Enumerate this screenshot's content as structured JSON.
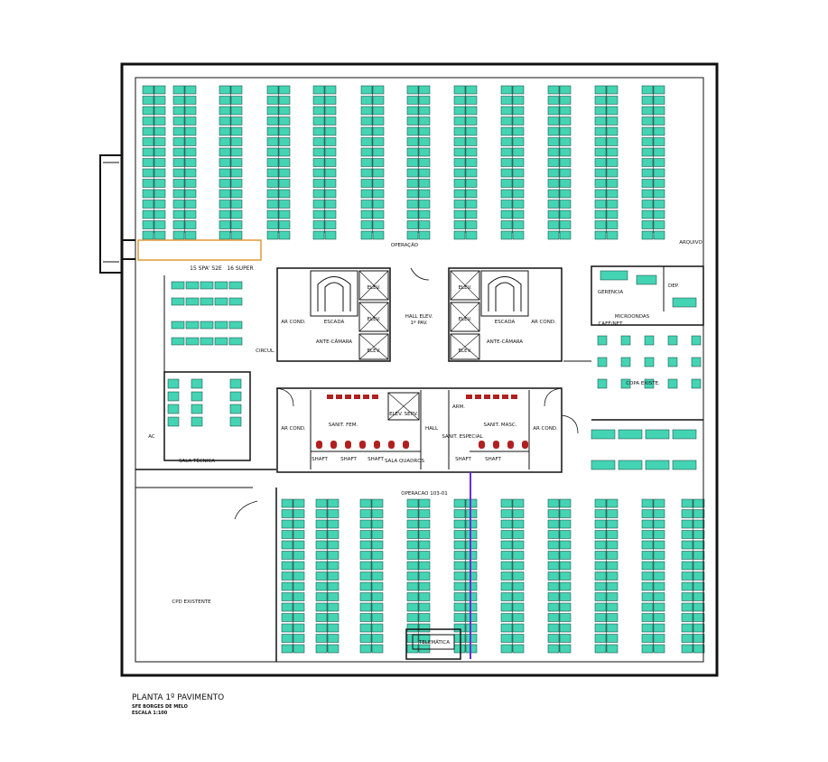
{
  "title": {
    "main": "PLANTA 1º PAVIMENTO",
    "sub1": "SFE BORGES DE MELO",
    "sub2": "ESCALA 1:100"
  },
  "rooms": {
    "operacao_top": "OPERAÇÃO",
    "space_a": "15 SPA' S2E",
    "space_b": "16 SUPER",
    "ar_cond_1": "AR COND.",
    "escada_l": "ESCADA",
    "ante_camara_l": "ANTE-CÂMARA",
    "elev_1": "ELEV.",
    "elev_2": "ELEV.",
    "elev_3": "ELEV.",
    "hall_elev": "HALL ELEV.",
    "pav": "1º PAV.",
    "elev_4": "ELEV.",
    "elev_5": "ELEV.",
    "elev_6": "ELEV.",
    "escada_r": "ESCADA",
    "ante_camara_r": "ANTE-CÂMARA",
    "ar_cond_2": "AR COND.",
    "circul": "CIRCUL.",
    "ar_cond_3": "AR COND.",
    "sanit_fem": "SANIT. FEM.",
    "elev_serv": "ELEV. SERV.",
    "hall": "HALL",
    "arm": "ARM.",
    "sanit_esp": "SANIT. ESPECIAL",
    "sanit_masc": "SANIT. MASC.",
    "ar_cond_4": "AR COND.",
    "shaft_1": "SHAFT",
    "shaft_2": "SHAFT",
    "shaft_3": "SHAFT",
    "shaft_4": "SHAFT",
    "shaft_5": "SHAFT",
    "sala_quadros": "SALA QUADROS",
    "sala_tecnica": "SALA TÉCNICA",
    "ac": "AC",
    "operacao_mid": "OPERACAO 103-01",
    "cpd": "CPD EXISTENTE",
    "telematica": "TELEMÁTICA",
    "gerencia": "GERENCIA",
    "dep": "DEP.",
    "arquivo": "ARQUIVO",
    "microondas": "MICROONDAS",
    "cafe": "CAFÉ/NET",
    "copa": "COPA EXISTE."
  },
  "colors": {
    "wall": "#111111",
    "furniture": "#44d4b4",
    "sanitary": "#b02020",
    "highlight_box": "#e09a3a",
    "cable": "#6a2ed8"
  }
}
